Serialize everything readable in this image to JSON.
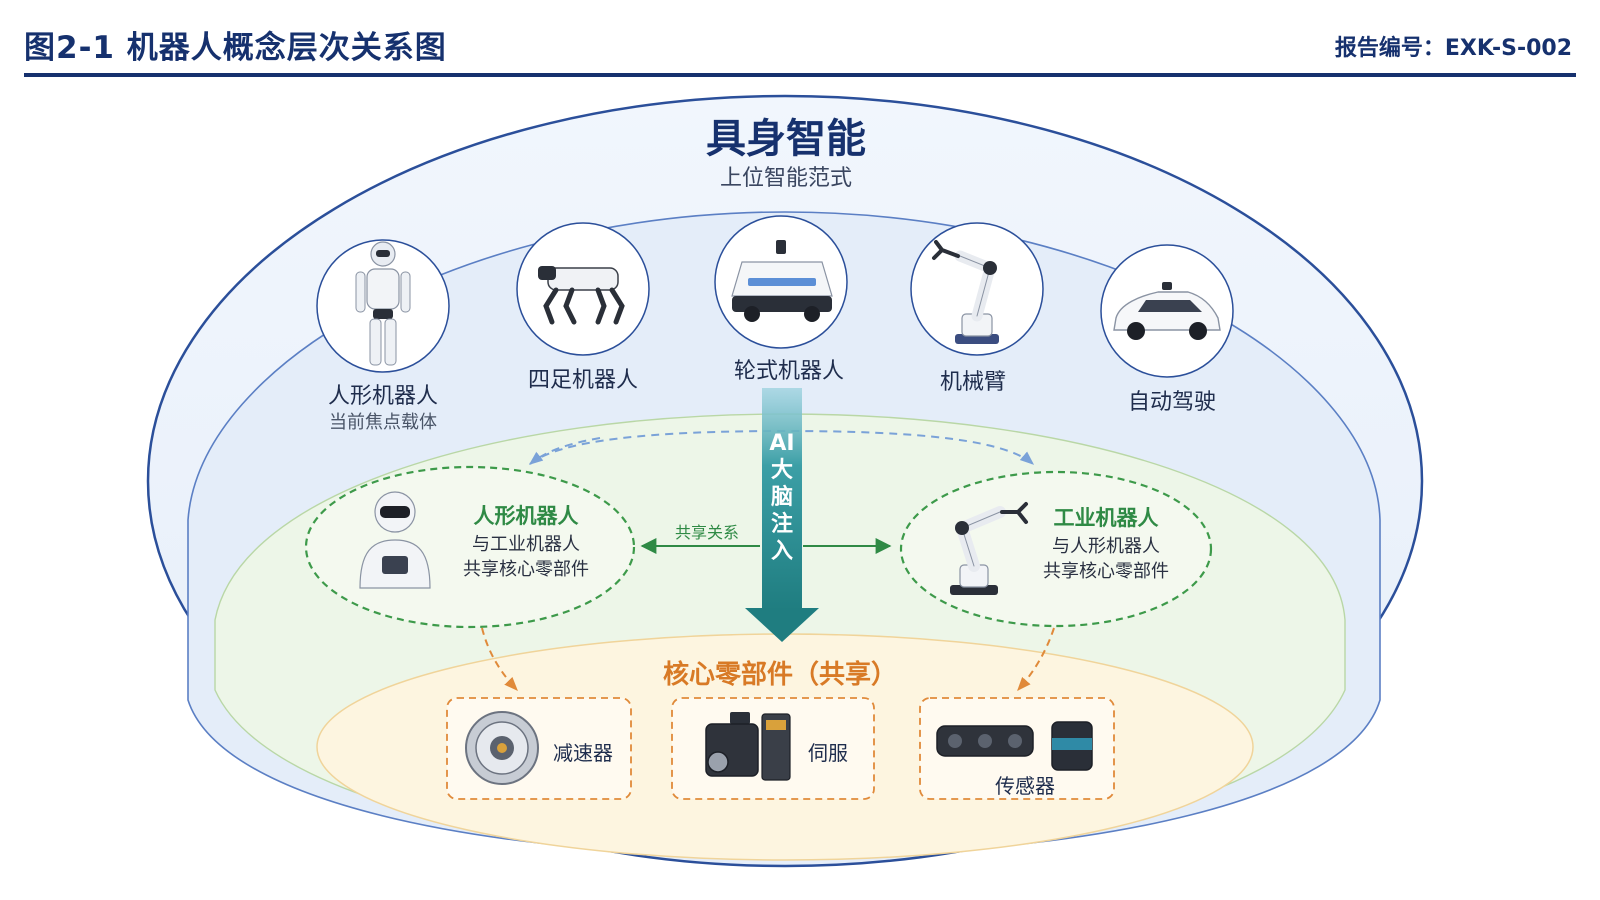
{
  "header": {
    "figure_title": "图2-1  机器人概念层次关系图",
    "report_number": "报告编号：EXK-S-002"
  },
  "top_layer": {
    "title": "具身智能",
    "subtitle": "上位智能范式"
  },
  "forms": [
    {
      "label": "人形机器人",
      "sublabel": "当前焦点载体",
      "icon": "humanoid-robot-icon"
    },
    {
      "label": "四足机器人",
      "icon": "quadruped-robot-icon"
    },
    {
      "label": "轮式机器人",
      "icon": "wheeled-robot-icon"
    },
    {
      "label": "机械臂",
      "icon": "robotic-arm-icon"
    },
    {
      "label": "自动驾驶",
      "icon": "autonomous-car-icon"
    }
  ],
  "ai_injection": {
    "label": "AI大脑注入"
  },
  "middle_layer": {
    "left": {
      "title": "人形机器人",
      "desc_line1": "与工业机器人",
      "desc_line2": "共享核心零部件",
      "icon": "humanoid-robot-icon"
    },
    "right": {
      "title": "工业机器人",
      "desc_line1": "与人形机器人",
      "desc_line2": "共享核心零部件",
      "icon": "industrial-robot-icon"
    },
    "relation_label": "共享关系"
  },
  "core_layer": {
    "title": "核心零部件（共享）",
    "components": [
      {
        "label": "减速器",
        "icon": "reducer-gear-icon"
      },
      {
        "label": "伺服",
        "icon": "servo-motor-icon"
      },
      {
        "label": "传感器",
        "icon": "sensor-icon"
      }
    ]
  },
  "colors": {
    "navy": "#16316e",
    "outer_border": "#2b4f9a",
    "forms_fill": "#e4edf9",
    "green": "#2f8a45",
    "green_fill": "#edf6e8",
    "orange": "#d87a26",
    "core_fill": "#fdf5e0",
    "arrow_teal": "#2a8a8c"
  }
}
